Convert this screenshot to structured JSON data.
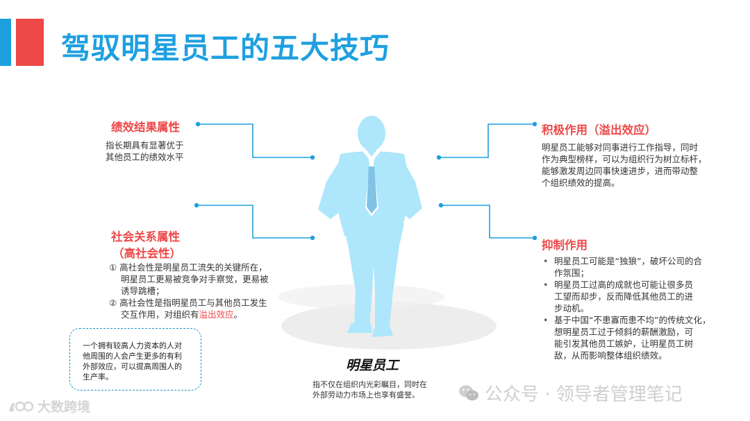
{
  "title": "驾驭明星员工的五大技巧",
  "colors": {
    "accent_blue": "#1ea0e0",
    "accent_red": "#ee4848",
    "figure": "#aee6fb"
  },
  "left_top": {
    "heading": "绩效结果属性",
    "text_line1": "指长期具有显著优于",
    "text_line2": "其他员工的绩效水平"
  },
  "left_bottom": {
    "heading_line1": "社会关系属性",
    "heading_line2": "（高社会性）",
    "item1_line1": "① 高社会性是明星员工流失的关键所在，",
    "item1_line2": "明星员工更易被竞争对手察觉，更易被",
    "item1_line3": "诱导跳槽；",
    "item2_line1": "② 高社会性是指明星员工与其他员工发生",
    "item2_line2_prefix": "交互作用，对组织有",
    "item2_line2_highlight": "溢出效应",
    "item2_line2_suffix": "。"
  },
  "callout": {
    "line1": "一个拥有较高人力资本的人对",
    "line2": "他周围的人会产生更多的有利",
    "line3": "外部效应，可以提高周围人的",
    "line4": "生产率。"
  },
  "right_top": {
    "heading": "积极作用（溢出效应）",
    "line1": "明星员工能够对同事进行工作指导，同时",
    "line2": "作为典型榜样，可以为组织行为树立标杆，",
    "line3": "能够激发周边同事快速进步，进而带动整",
    "line4": "个组织绩效的提高。"
  },
  "right_bottom": {
    "heading": "抑制作用",
    "bullet1_line1": "明星员工可能是“独狼”，破坏公司的合",
    "bullet1_line2": "作氛围；",
    "bullet2_line1": "明星员工过高的成就也可能让很多员",
    "bullet2_line2": "工望而却步，反而降低其他员工的进",
    "bullet2_line3": "步动机。",
    "bullet3_line1": "基于中国“不患寡而患不均”的传统文化，",
    "bullet3_line2": "想明星员工过于倾斜的薪酬激励，可",
    "bullet3_line3": "能引发其他员工嫉妒，让明星员工树",
    "bullet3_line4": "敌，从而影响整体组织绩效。"
  },
  "center": {
    "label": "明星员工",
    "desc_line1": "指不仅在组织内光彩瞩目，同时在",
    "desc_line2": "外部劳动力市场上也享有盛誉。"
  },
  "watermarks": {
    "right_text": "公众号 · 领导者管理笔记",
    "left_text": "大数跨境"
  },
  "icons": {
    "wechat": "wechat-icon",
    "figure": "businessman-silhouette-icon"
  }
}
